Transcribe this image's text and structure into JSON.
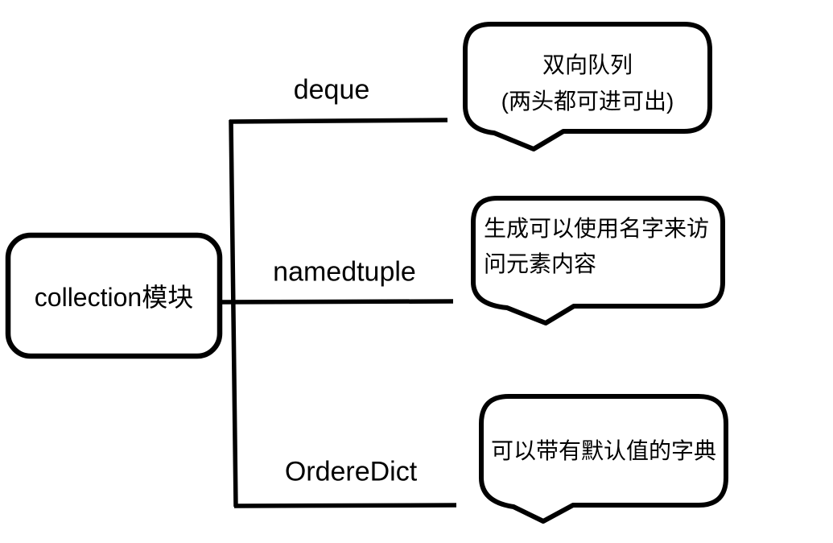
{
  "colors": {
    "stroke": "#000000",
    "background": "#ffffff"
  },
  "root": {
    "label": "collection模块"
  },
  "branches": [
    {
      "label": "deque",
      "bubble": {
        "lines": [
          "双向队列",
          "(两头都可进可出)"
        ]
      }
    },
    {
      "label": "namedtuple",
      "bubble": {
        "lines": [
          "生成可以使用名字来访",
          "问元素内容"
        ]
      }
    },
    {
      "label": "OrdereDict",
      "bubble": {
        "lines": [
          "可以带有默认值的字典"
        ]
      }
    }
  ]
}
